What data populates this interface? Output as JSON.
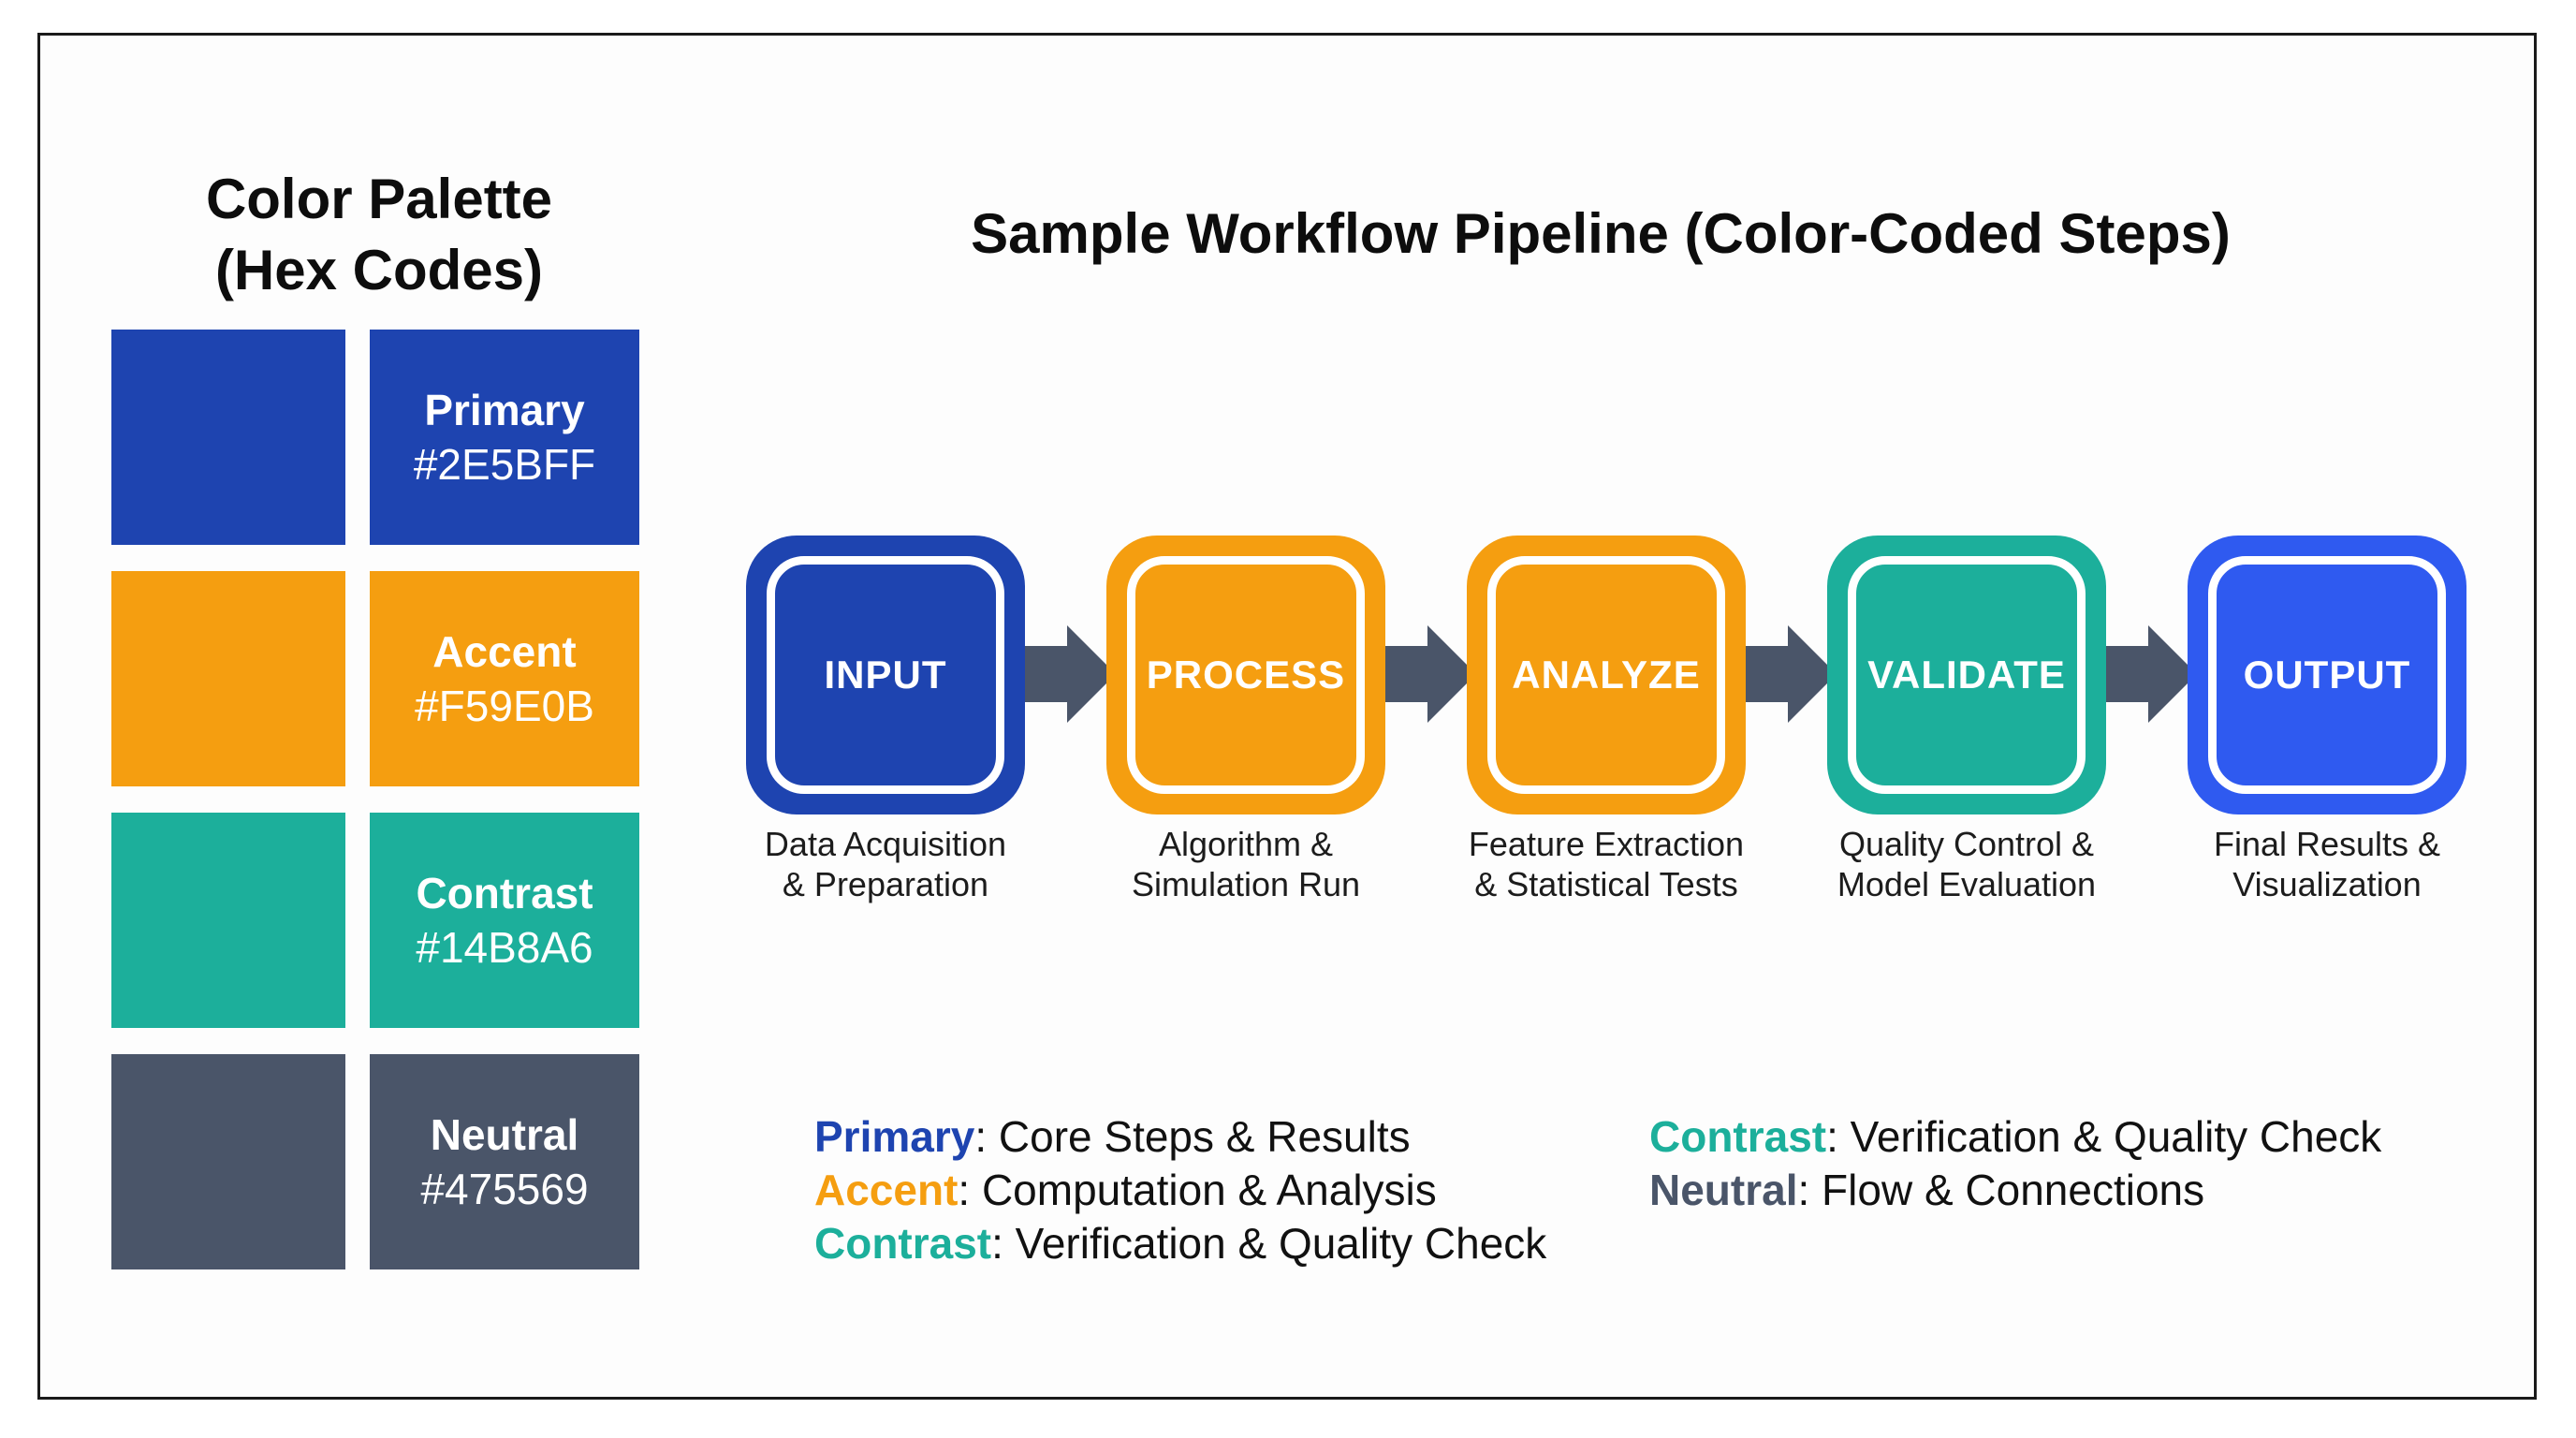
{
  "colors": {
    "primary": "#2E5BFF",
    "accent": "#F59E0B",
    "contrast": "#14B8A6",
    "neutral": "#475569",
    "primary_shown": "#1E44B0",
    "accent_shown": "#F59E10",
    "contrast_shown": "#1CAF9B",
    "neutral_shown": "#4A5569",
    "output_shown": "#2F5AF0"
  },
  "palette": {
    "title_line1": "Color Palette",
    "title_line2": "(Hex Codes)",
    "swatches": [
      {
        "name": "Primary",
        "hex": "#2E5BFF"
      },
      {
        "name": "Accent",
        "hex": "#F59E0B"
      },
      {
        "name": "Contrast",
        "hex": "#14B8A6"
      },
      {
        "name": "Neutral",
        "hex": "#475569"
      }
    ],
    "swatch_hex_labels": [
      "#2E5BFF",
      "#F59E0B",
      "#14B8A6",
      "#475569"
    ]
  },
  "pipeline": {
    "title": "Sample Workflow Pipeline (Color-Coded Steps)",
    "steps": [
      {
        "label": "INPUT",
        "desc_line1": "Data Acquisition",
        "desc_line2": "& Preparation",
        "color_role": "primary"
      },
      {
        "label": "PROCESS",
        "desc_line1": "Algorithm &",
        "desc_line2": "Simulation Run",
        "color_role": "accent"
      },
      {
        "label": "ANALYZE",
        "desc_line1": "Feature Extraction",
        "desc_line2": "& Statistical Tests",
        "color_role": "accent"
      },
      {
        "label": "VALIDATE",
        "desc_line1": "Quality Control &",
        "desc_line2": "Model Evaluation",
        "color_role": "contrast"
      },
      {
        "label": "OUTPUT",
        "desc_line1": "Final Results &",
        "desc_line2": "Visualization",
        "color_role": "primary"
      }
    ],
    "connector_icon": "right-arrow-icon"
  },
  "legend": {
    "left": [
      {
        "key": "Primary",
        "text": ": Core Steps & Results"
      },
      {
        "key": "Accent",
        "text": ": Computation & Analysis"
      },
      {
        "key": "Contrast",
        "text": ": Verification & Quality Check"
      }
    ],
    "right": [
      {
        "key": "Contrast",
        "text": ": Verification & Quality Check"
      },
      {
        "key": "Neutral",
        "text": ": Flow & Connections"
      }
    ]
  }
}
